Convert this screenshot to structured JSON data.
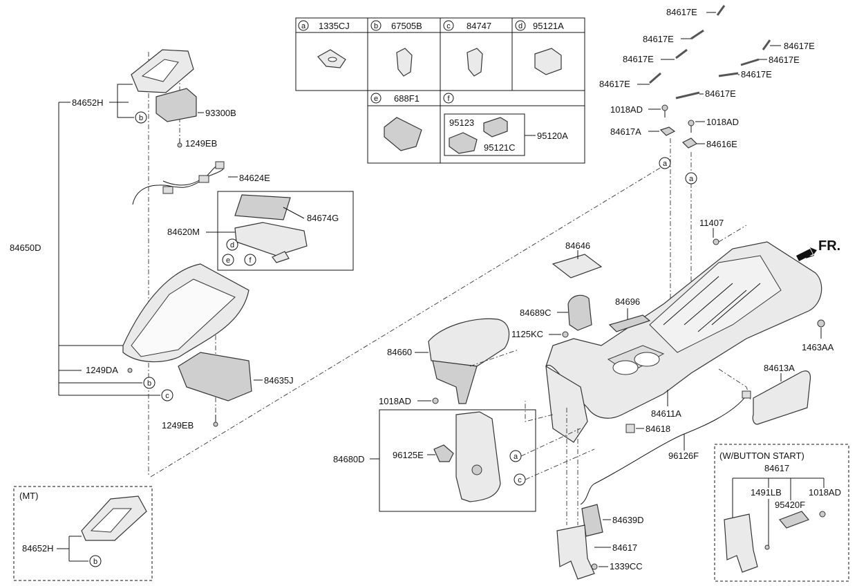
{
  "diagram": {
    "table": {
      "cells": [
        {
          "letter": "a",
          "part": "1335CJ"
        },
        {
          "letter": "b",
          "part": "67505B"
        },
        {
          "letter": "c",
          "part": "84747"
        },
        {
          "letter": "d",
          "part": "95121A"
        },
        {
          "letter": "e",
          "part": "688F1"
        },
        {
          "letter": "f",
          "part": ""
        }
      ],
      "f_box": {
        "p1": "95123",
        "p2": "95121C",
        "p3": "95120A"
      }
    },
    "labels": {
      "l84652H": "84652H",
      "l93300B": "93300B",
      "l1249EB_top": "1249EB",
      "l84624E": "84624E",
      "l84674G": "84674G",
      "l84620M": "84620M",
      "l84650D": "84650D",
      "l1249DA": "1249DA",
      "l84635J": "84635J",
      "l1249EB_bot": "1249EB",
      "l84617E_1": "84617E",
      "l84617E_2": "84617E",
      "l84617E_3": "84617E",
      "l84617E_4": "84617E",
      "l84617E_5": "84617E",
      "l84617E_6": "84617E",
      "l84617E_7": "84617E",
      "l84617E_8": "84617E",
      "l1018AD_1": "1018AD",
      "l1018AD_2": "1018AD",
      "l84617A": "84617A",
      "l84616E": "84616E",
      "l11407": "11407",
      "fr": "FR.",
      "l84646": "84646",
      "l84696": "84696",
      "l84689C": "84689C",
      "l1125KC": "1125KC",
      "l1463AA": "1463AA",
      "l84660": "84660",
      "l84613A": "84613A",
      "l1018AD_3": "1018AD",
      "l84611A": "84611A",
      "l84618": "84618",
      "l96126F": "96126F",
      "l84680D": "84680D",
      "l96125E": "96125E",
      "l84639D": "84639D",
      "l84617": "84617",
      "l1339CC": "1339CC",
      "mt_title": "(MT)",
      "mt_84652H": "84652H",
      "bs_title": "(W/BUTTON START)",
      "bs_84617": "84617",
      "bs_1491LB": "1491LB",
      "bs_95420F": "95420F",
      "bs_1018AD": "1018AD"
    },
    "callouts": [
      "a",
      "b",
      "c",
      "d",
      "e",
      "f"
    ]
  }
}
